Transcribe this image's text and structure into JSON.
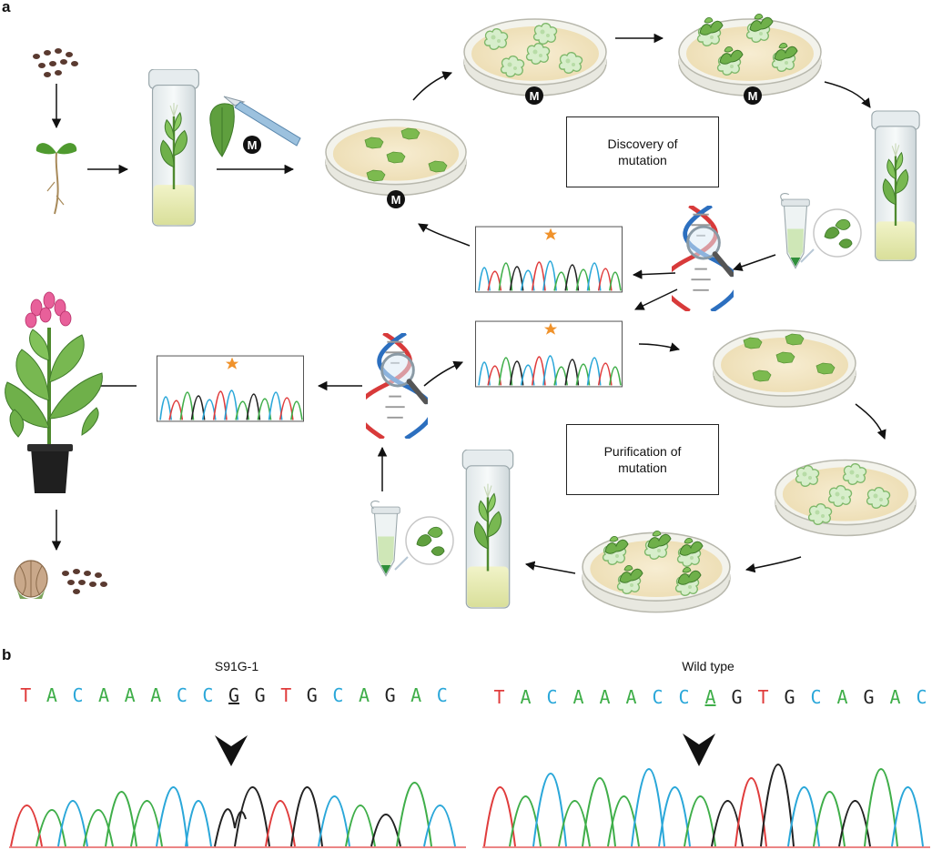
{
  "panel_a": {
    "label": "a",
    "discovery_box": [
      "Discovery of",
      "mutation"
    ],
    "purification_box": [
      "Purification of",
      "mutation"
    ],
    "mutagen_marker": "M"
  },
  "panel_b": {
    "label": "b",
    "traces": [
      {
        "title": "S91G-1",
        "bases": [
          "T",
          "A",
          "C",
          "A",
          "A",
          "A",
          "C",
          "C",
          "G",
          "G",
          "T",
          "G",
          "C",
          "A",
          "G",
          "A",
          "C"
        ],
        "underlined_index": 8
      },
      {
        "title": "Wild type",
        "bases": [
          "T",
          "A",
          "C",
          "A",
          "A",
          "A",
          "C",
          "C",
          "A",
          "G",
          "T",
          "G",
          "C",
          "A",
          "G",
          "A",
          "C"
        ],
        "underlined_index": 8
      }
    ]
  },
  "colors": {
    "base_T": "#e03c3c",
    "base_A": "#3fae49",
    "base_C": "#2aa7d9",
    "base_G": "#222222",
    "agar": "#f3e6c4",
    "dish_rim": "#d9d9d0",
    "leaf": "#6fb04a",
    "callus": "#cfe9c2",
    "arrow": "#111111",
    "star": "#f0922b"
  }
}
